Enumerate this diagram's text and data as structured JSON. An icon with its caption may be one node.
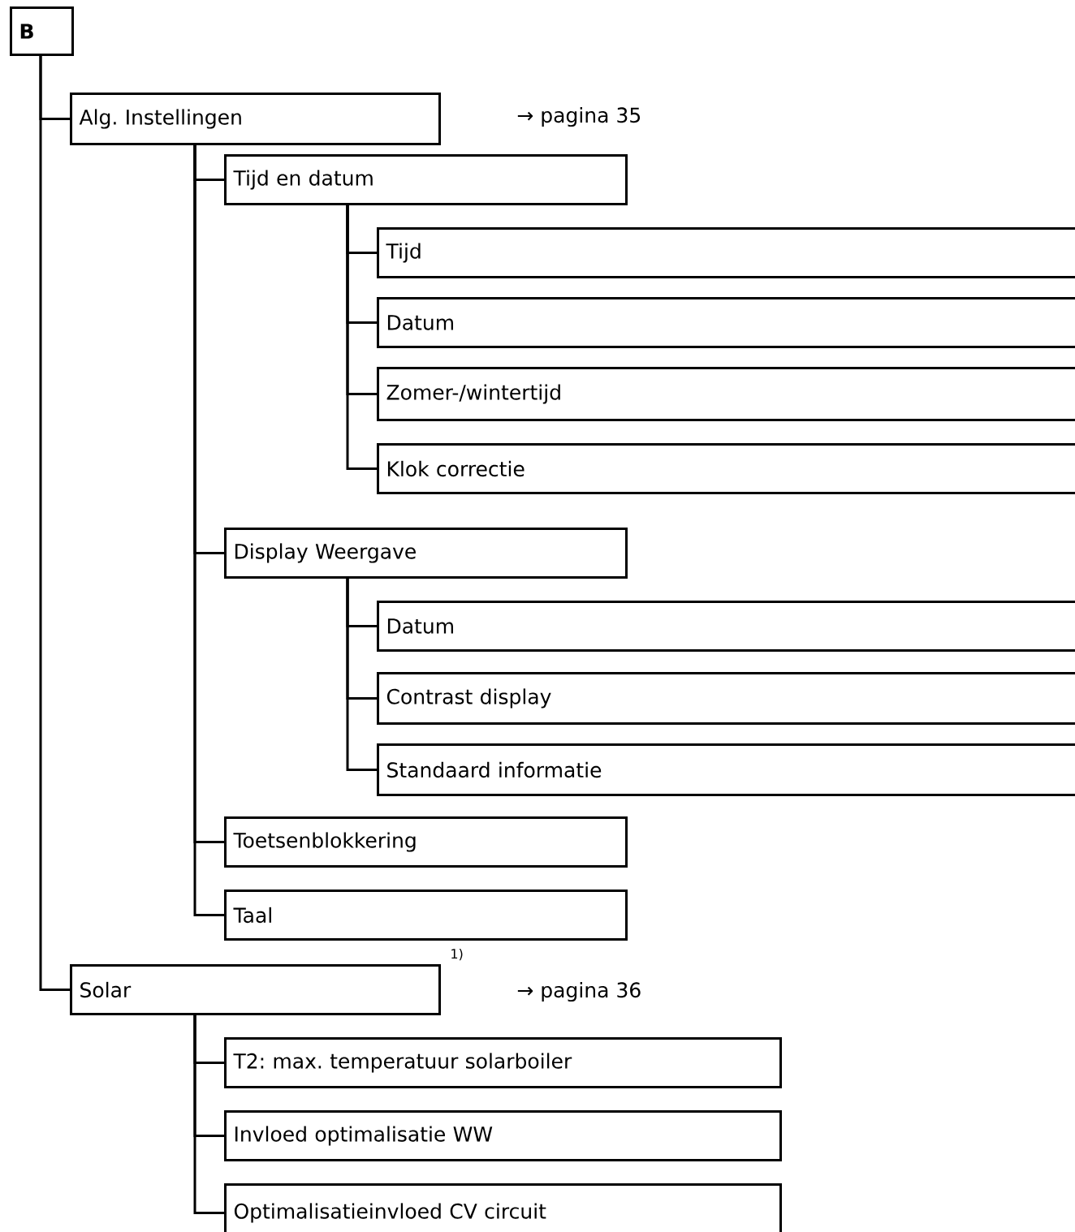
{
  "diagram": {
    "nodes": [
      {
        "text": [
          "B"
        ]
      },
      {
        "text": [
          "Alg. Instellingen"
        ]
      },
      {
        "text": [
          "Tijd en datum"
        ]
      },
      {
        "text": [
          "Tijd"
        ]
      },
      {
        "text": [
          "Datum"
        ]
      },
      {
        "text": [
          "Zomer-/wintertijd"
        ]
      },
      {
        "text": [
          "Klok correctie"
        ]
      },
      {
        "text": [
          "Display Weergave"
        ]
      },
      {
        "text": [
          "Datum"
        ]
      },
      {
        "text": [
          "Contrast display"
        ]
      },
      {
        "text": [
          "Standaard informatie"
        ]
      },
      {
        "text": [
          "Toetsenblokkering"
        ]
      },
      {
        "text": [
          "Taal"
        ]
      },
      {
        "text": [
          "Solar"
        ]
      },
      {
        "text": [
          "T2: max. temperatuur solarboiler"
        ]
      },
      {
        "text": [
          "Invloed optimalisatie WW"
        ]
      },
      {
        "text": [
          "Optimalisatieinvloed CV circuit"
        ]
      }
    ],
    "edges": [
      {
        "from": 0,
        "to": 1,
        "arrow": "none"
      },
      {
        "from": 1,
        "to": 2,
        "arrow": "none"
      },
      {
        "from": 2,
        "to": 3,
        "arrow": "none"
      },
      {
        "from": 2,
        "to": 4,
        "arrow": "none"
      },
      {
        "from": 2,
        "to": 5,
        "arrow": "none"
      },
      {
        "from": 2,
        "to": 6,
        "arrow": "none"
      },
      {
        "from": 1,
        "to": 7,
        "arrow": "none"
      },
      {
        "from": 7,
        "to": 8,
        "arrow": "none"
      },
      {
        "from": 7,
        "to": 9,
        "arrow": "none"
      },
      {
        "from": 7,
        "to": 10,
        "arrow": "none"
      },
      {
        "from": 1,
        "to": 11,
        "arrow": "none"
      },
      {
        "from": 1,
        "to": 12,
        "arrow": "none"
      },
      {
        "from": 0,
        "to": 13,
        "arrow": "none"
      },
      {
        "from": 13,
        "to": 14,
        "arrow": "none"
      },
      {
        "from": 13,
        "to": 15,
        "arrow": "none"
      },
      {
        "from": 13,
        "to": 16,
        "arrow": "none"
      }
    ],
    "labels": [
      "→ pagina 35",
      "1)",
      "→ pagina 36"
    ]
  }
}
